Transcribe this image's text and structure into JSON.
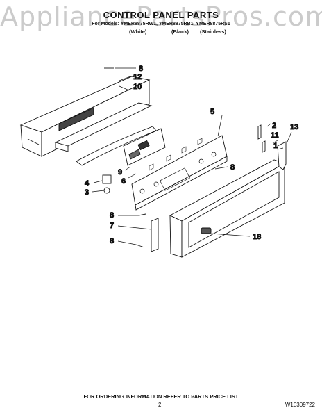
{
  "watermark": "AppliancePartsPros.com",
  "header": {
    "title": "CONTROL PANEL PARTS",
    "models": "For Models: YMER8875RW1, YMER8875RB1, YMER8875RS1",
    "variants": [
      "(White)",
      "(Black)",
      "(Stainless)"
    ]
  },
  "callouts": [
    "8",
    "12",
    "10",
    "5",
    "2",
    "13",
    "11",
    "1",
    "9",
    "6",
    "8",
    "4",
    "3",
    "8",
    "7",
    "18",
    "8"
  ],
  "footer": {
    "ordering_note": "FOR ORDERING INFORMATION REFER TO PARTS PRICE LIST",
    "page_number": "2",
    "doc_number": "W10309722"
  }
}
